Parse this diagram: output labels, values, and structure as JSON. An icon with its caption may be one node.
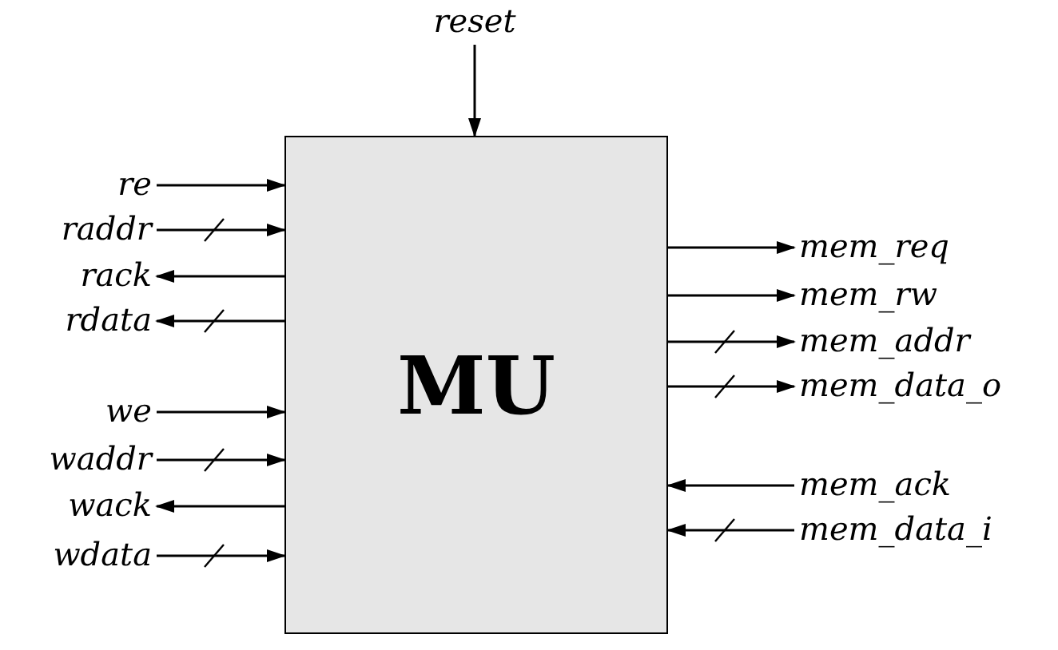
{
  "diagram": {
    "nodes": [
      {
        "text": [
          "MU"
        ]
      },
      {
        "text": [
          "reset"
        ]
      },
      {
        "text": [
          "re"
        ]
      },
      {
        "text": [
          "raddr"
        ]
      },
      {
        "text": [
          "rack"
        ]
      },
      {
        "text": [
          "rdata"
        ]
      },
      {
        "text": [
          "we"
        ]
      },
      {
        "text": [
          "waddr"
        ]
      },
      {
        "text": [
          "wack"
        ]
      },
      {
        "text": [
          "wdata"
        ]
      },
      {
        "text": [
          "mem_req"
        ]
      },
      {
        "text": [
          "mem_rw"
        ]
      },
      {
        "text": [
          "mem_addr"
        ]
      },
      {
        "text": [
          "mem_data_o"
        ]
      },
      {
        "text": [
          "mem_ack"
        ]
      },
      {
        "text": [
          "mem_data_i"
        ]
      }
    ],
    "edges": [
      {
        "from": 1,
        "to": 0,
        "arrow": "to"
      },
      {
        "from": 2,
        "to": 0,
        "arrow": "to"
      },
      {
        "from": 3,
        "to": 0,
        "arrow": "to"
      },
      {
        "from": 0,
        "to": 4,
        "arrow": "to"
      },
      {
        "from": 0,
        "to": 5,
        "arrow": "to"
      },
      {
        "from": 6,
        "to": 0,
        "arrow": "to"
      },
      {
        "from": 7,
        "to": 0,
        "arrow": "to"
      },
      {
        "from": 0,
        "to": 8,
        "arrow": "to"
      },
      {
        "from": 9,
        "to": 0,
        "arrow": "to"
      },
      {
        "from": 0,
        "to": 10,
        "arrow": "to"
      },
      {
        "from": 0,
        "to": 11,
        "arrow": "to"
      },
      {
        "from": 0,
        "to": 12,
        "arrow": "to"
      },
      {
        "from": 0,
        "to": 13,
        "arrow": "to"
      },
      {
        "from": 14,
        "to": 0,
        "arrow": "to"
      },
      {
        "from": 15,
        "to": 0,
        "arrow": "to"
      }
    ]
  }
}
